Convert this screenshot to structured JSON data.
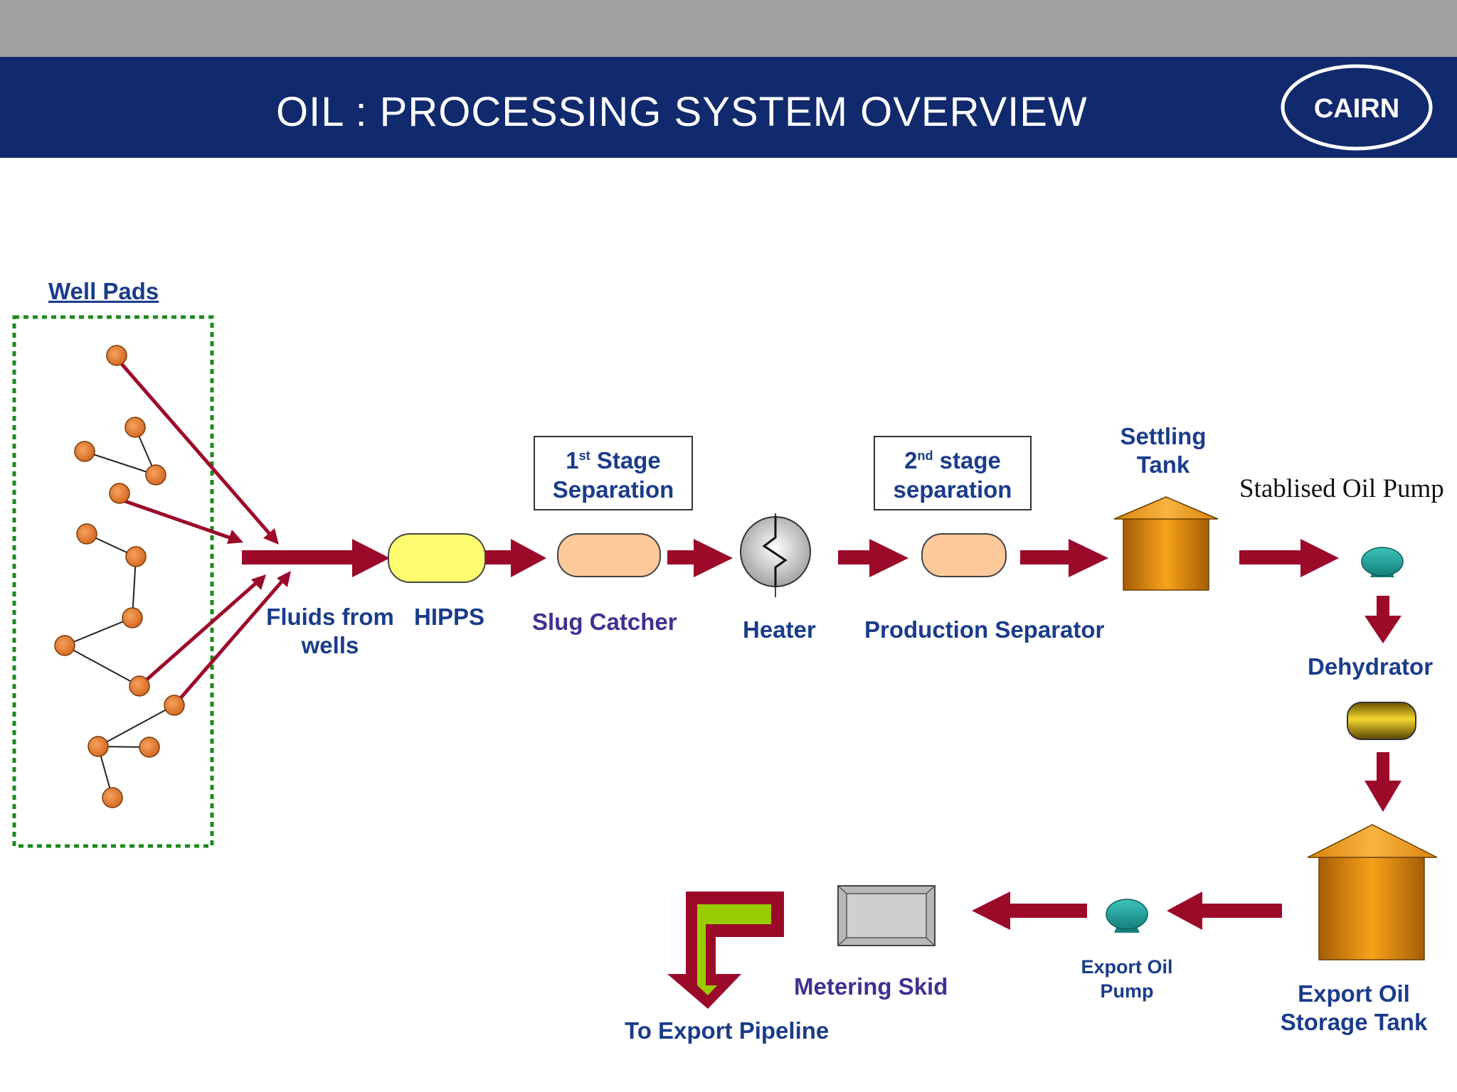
{
  "header": {
    "title": "OIL : PROCESSING SYSTEM OVERVIEW",
    "logo_text": "CAIRN"
  },
  "labels": {
    "well_pads": "Well Pads",
    "fluids_from_wells_line1": "Fluids from",
    "fluids_from_wells_line2": "wells",
    "hipps": "HIPPS",
    "stage1_prefix": "1",
    "stage1_sup": "st",
    "stage1_rest": " Stage",
    "stage1_line2": "Separation",
    "slug_catcher": "Slug Catcher",
    "heater": "Heater",
    "stage2_prefix": "2",
    "stage2_sup": "nd",
    "stage2_rest": " stage",
    "stage2_line2": "separation",
    "production_separator": "Production Separator",
    "settling_tank_line1": "Settling",
    "settling_tank_line2": "Tank",
    "stablised_oil_pump": "Stablised Oil Pump",
    "dehydrator": "Dehydrator",
    "export_storage_line1": "Export Oil",
    "export_storage_line2": "Storage Tank",
    "export_pump_line1": "Export Oil",
    "export_pump_line2": "Pump",
    "metering_skid": "Metering Skid",
    "to_export_pipeline": "To Export Pipeline"
  },
  "colors": {
    "header_bg": "#112a6d",
    "topbar": "#a2a2a2",
    "arrow": "#9c0a2a",
    "well": "#e97826",
    "hipps_fill": "#fefd70",
    "separator_fill": "#fec99b",
    "pump": "#22a09a",
    "well_pad_border": "#1e8a1e",
    "pipeline_green": "#99cc00",
    "label_blue": "#1a3c8a",
    "label_purple": "#3d3291"
  }
}
